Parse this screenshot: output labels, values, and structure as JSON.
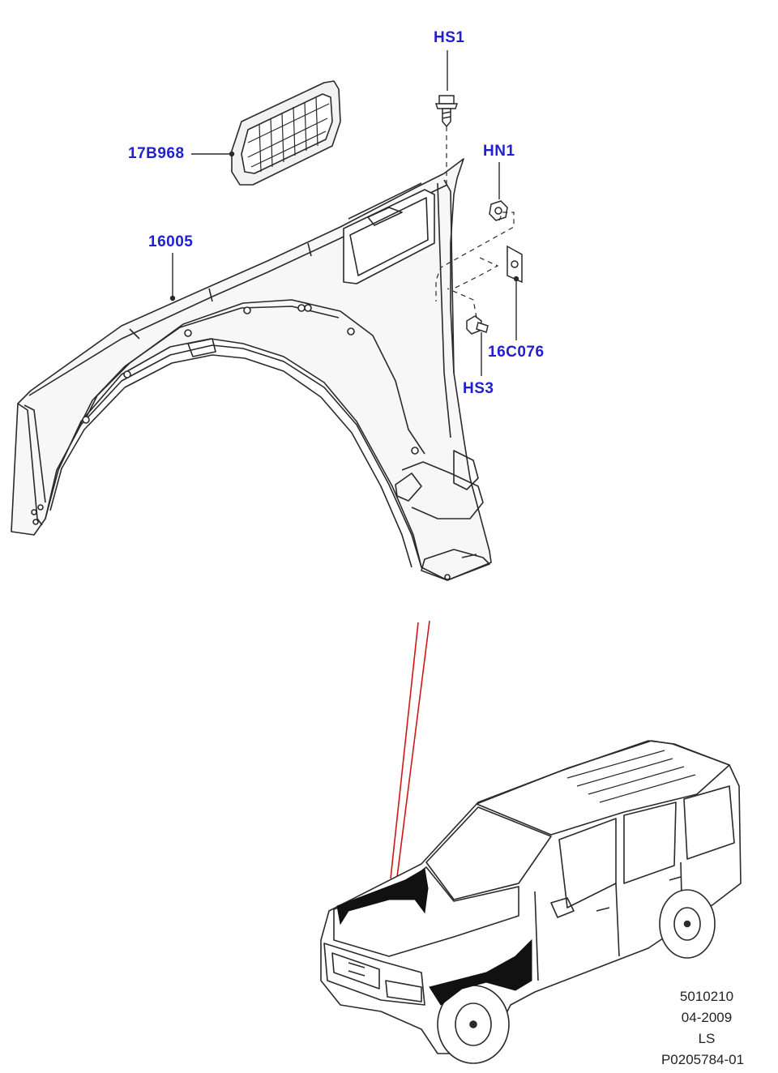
{
  "callouts": {
    "hs1": "HS1",
    "hn1": "HN1",
    "b17968": "17B968",
    "p16005": "16005",
    "c16076": "16C076",
    "hs3": "HS3"
  },
  "reference": {
    "code": "5010210",
    "date": "04-2009",
    "model": "LS",
    "illustration_id": "P0205784-01"
  },
  "colors": {
    "callout_text": "#2020d0",
    "line_art": "#2a2a2a",
    "locator_line": "#d01818",
    "highlight": "#111111"
  }
}
